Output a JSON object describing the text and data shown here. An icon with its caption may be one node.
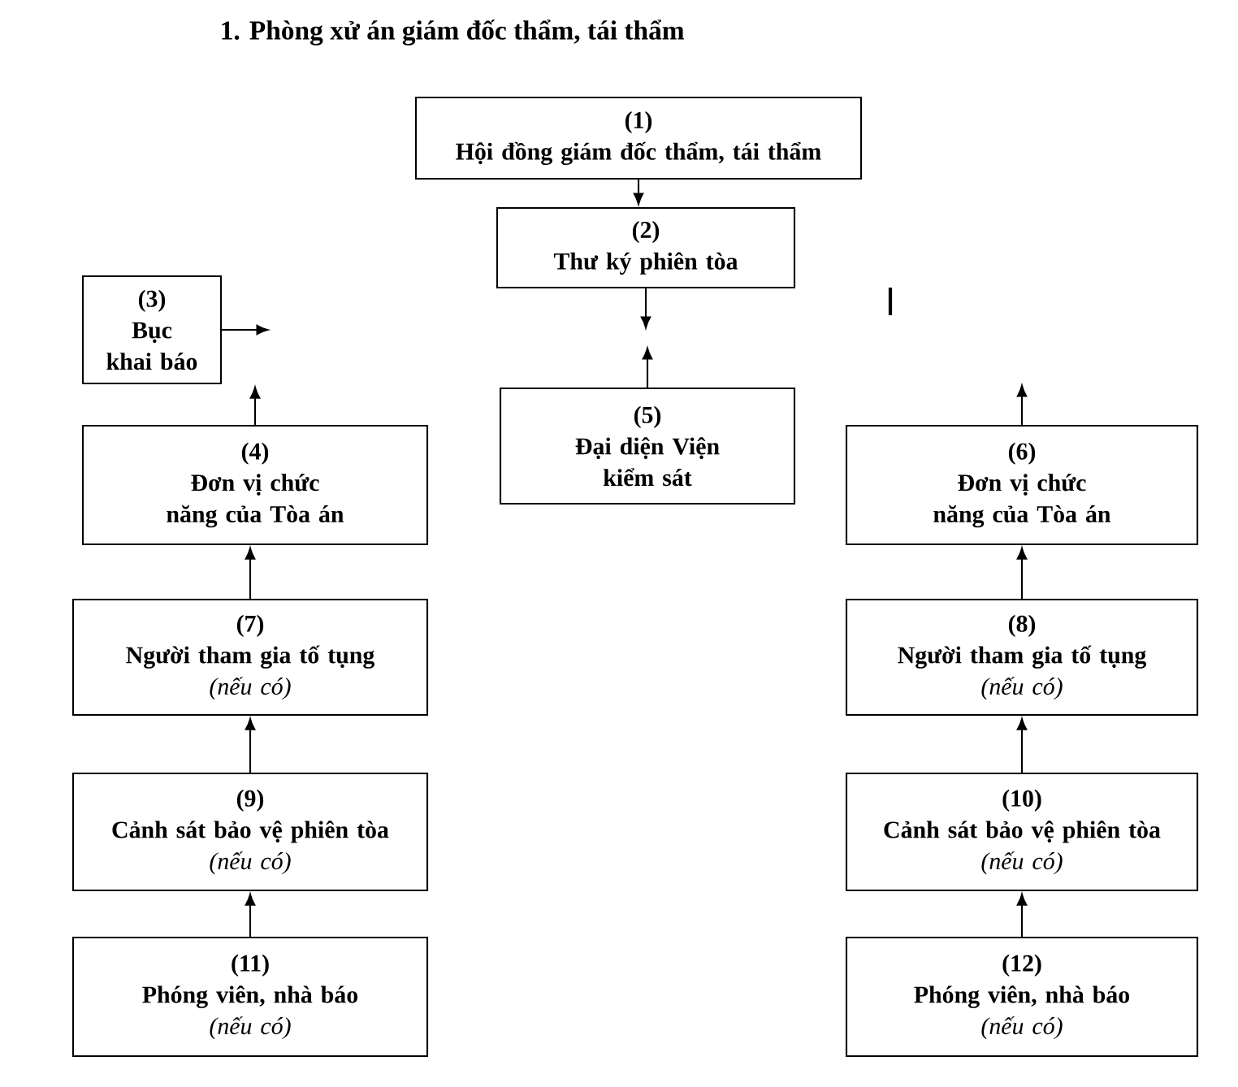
{
  "diagram": {
    "title": "1.  Phòng xử án giám đốc thẩm, tái thẩm",
    "nodes": [
      {
        "text": [
          "(1)",
          "Hội đồng giám đốc thẩm, tái thẩm"
        ]
      },
      {
        "text": [
          "(2)",
          "Thư ký phiên tòa"
        ]
      },
      {
        "text": [
          "(3)",
          "Bục khai báo"
        ]
      },
      {
        "text": [
          "(4)",
          "Đơn vị chức năng của Tòa án"
        ]
      },
      {
        "text": [
          "(5)",
          "Đại diện Viện kiểm sát"
        ]
      },
      {
        "text": [
          "(6)",
          "Đơn vị chức năng của Tòa án"
        ]
      },
      {
        "text": [
          "(7)",
          "Người tham gia tố tụng",
          "(nếu có)"
        ]
      },
      {
        "text": [
          "(8)",
          "Người tham gia tố tụng",
          "(nếu có)"
        ]
      },
      {
        "text": [
          "(9)",
          "Cảnh sát bảo vệ phiên tòa",
          "(nếu có)"
        ]
      },
      {
        "text": [
          "(10)",
          "Cảnh sát bảo vệ phiên tòa",
          "(nếu có)"
        ]
      },
      {
        "text": [
          "(11)",
          "Phóng viên, nhà báo",
          "(nếu có)"
        ]
      },
      {
        "text": [
          "(12)",
          "Phóng viên, nhà báo",
          "(nếu có)"
        ]
      }
    ],
    "edges": [
      {
        "from": 0,
        "to": 1,
        "arrow": "to"
      },
      {
        "from": 1,
        "to": null,
        "arrow": "to"
      },
      {
        "from": 4,
        "to": null,
        "arrow": "to"
      },
      {
        "from": 2,
        "to": null,
        "arrow": "to"
      },
      {
        "from": 3,
        "to": 2,
        "arrow": "to"
      },
      {
        "from": 5,
        "to": null,
        "arrow": "to"
      },
      {
        "from": 6,
        "to": 3,
        "arrow": "to"
      },
      {
        "from": 7,
        "to": 5,
        "arrow": "to"
      },
      {
        "from": 8,
        "to": 6,
        "arrow": "to"
      },
      {
        "from": 9,
        "to": 7,
        "arrow": "to"
      },
      {
        "from": 10,
        "to": 8,
        "arrow": "to"
      },
      {
        "from": 11,
        "to": 9,
        "arrow": "to"
      }
    ]
  }
}
